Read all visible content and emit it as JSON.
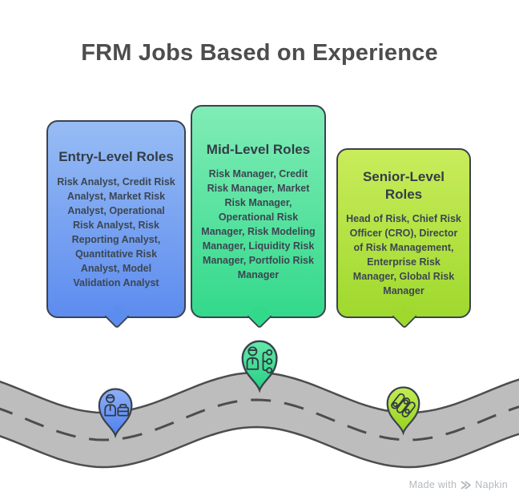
{
  "title": "FRM Jobs Based on Experience",
  "boxes": [
    {
      "id": "entry",
      "heading": "Entry-Level Roles",
      "roles": "Risk Analyst, Credit Risk Analyst, Market Risk Analyst, Operational Risk Analyst, Risk Reporting Analyst, Quantitative Risk Analyst, Model Validation Analyst",
      "color_top": "#97bcf4",
      "color_bottom": "#5d8cef"
    },
    {
      "id": "mid",
      "heading": "Mid-Level Roles",
      "roles": "Risk Manager, Credit Risk Manager, Market Risk Manager, Operational Risk Manager, Risk Modeling Manager, Liquidity Risk Manager, Portfolio Risk Manager",
      "color_top": "#80ecb6",
      "color_bottom": "#33d98b"
    },
    {
      "id": "senior",
      "heading": "Senior-Level Roles",
      "roles": "Head of Risk, Chief Risk Officer (CRO), Director of Risk Management, Enterprise Risk Manager, Global Risk Manager",
      "color_top": "#c9ec5b",
      "color_bottom": "#9fd92e"
    }
  ],
  "pins": [
    {
      "id": "entry-pin",
      "icon": "businessperson-briefcase-icon",
      "color_top": "#8fb0f8",
      "color_bottom": "#4e80f0"
    },
    {
      "id": "mid-pin",
      "icon": "person-hierarchy-icon",
      "color_top": "#63eaa9",
      "color_bottom": "#27cf83"
    },
    {
      "id": "senior-pin",
      "icon": "sliders-icon",
      "color_top": "#c3ec52",
      "color_bottom": "#95d21d"
    }
  ],
  "road": {
    "fill": "#bdbdbd",
    "edge_color": "#4d4d4d",
    "dash_color": "#4d4d4d"
  },
  "text_colors": {
    "title": "#4d4d4d",
    "heading": "#333d47",
    "body": "#3c4651",
    "outline": "#3b434e"
  },
  "watermark": {
    "made_with": "Made with",
    "brand": "Napkin"
  }
}
